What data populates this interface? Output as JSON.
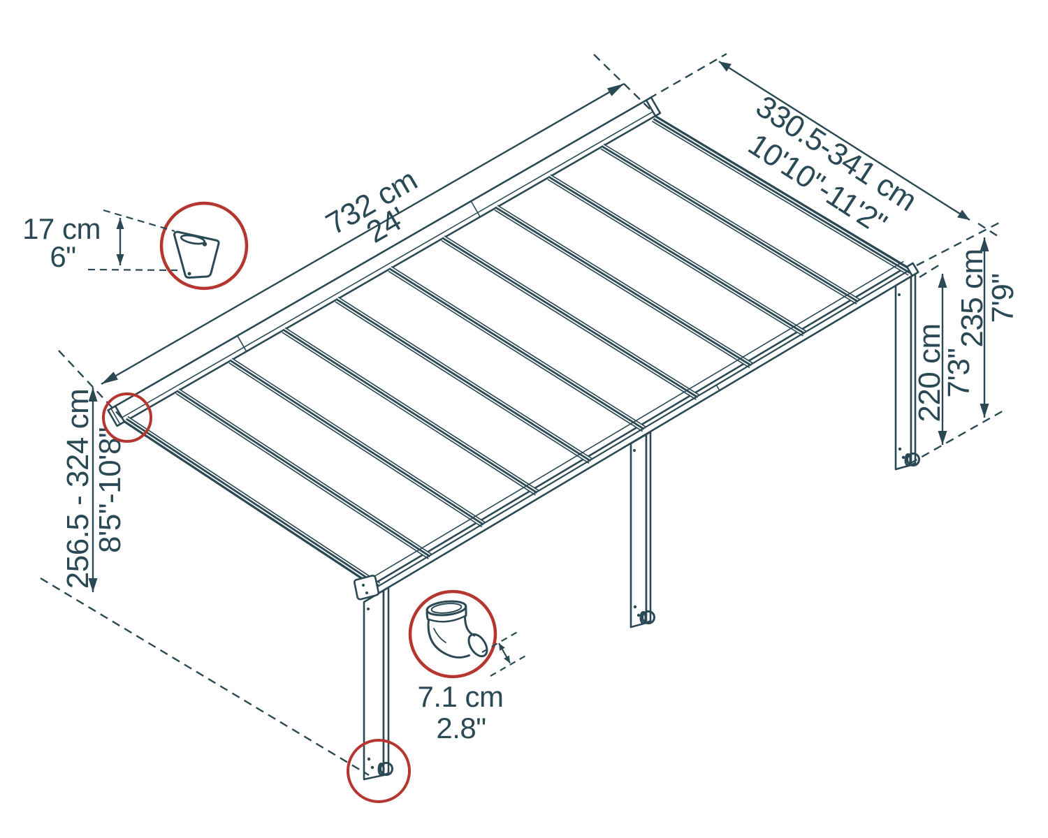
{
  "title": "Patio cover dimension diagram (isometric line drawing)",
  "colors": {
    "ink": "#2b4954",
    "accent_red": "#b5362f",
    "background": "#ffffff"
  },
  "dimensions": {
    "length": {
      "metric": "732 cm",
      "imperial": "24'"
    },
    "width": {
      "metric": "330.5-341 cm",
      "imperial": "10'10\"-11'2\""
    },
    "rear_height": {
      "metric": "256.5 - 324 cm",
      "imperial": "8'5\"-10'8\""
    },
    "front_height": {
      "metric": "235 cm",
      "imperial": "7'9\""
    },
    "post_height": {
      "metric": "220 cm",
      "imperial": "7'3\""
    },
    "gutter_profile": {
      "metric": "17 cm",
      "imperial": "6\""
    },
    "drain_elbow": {
      "metric": "7.1 cm",
      "imperial": "2.8\""
    }
  },
  "icons": [
    {
      "name": "gutter-profile-icon",
      "meaning": "roof edge profile cross-section detail"
    },
    {
      "name": "drain-elbow-icon",
      "meaning": "downspout drain elbow detail"
    }
  ],
  "callouts": [
    "corner-profile-callout-circle",
    "post-base-callout-circle",
    "gutter-profile-detail-circle",
    "drain-elbow-detail-circle"
  ]
}
